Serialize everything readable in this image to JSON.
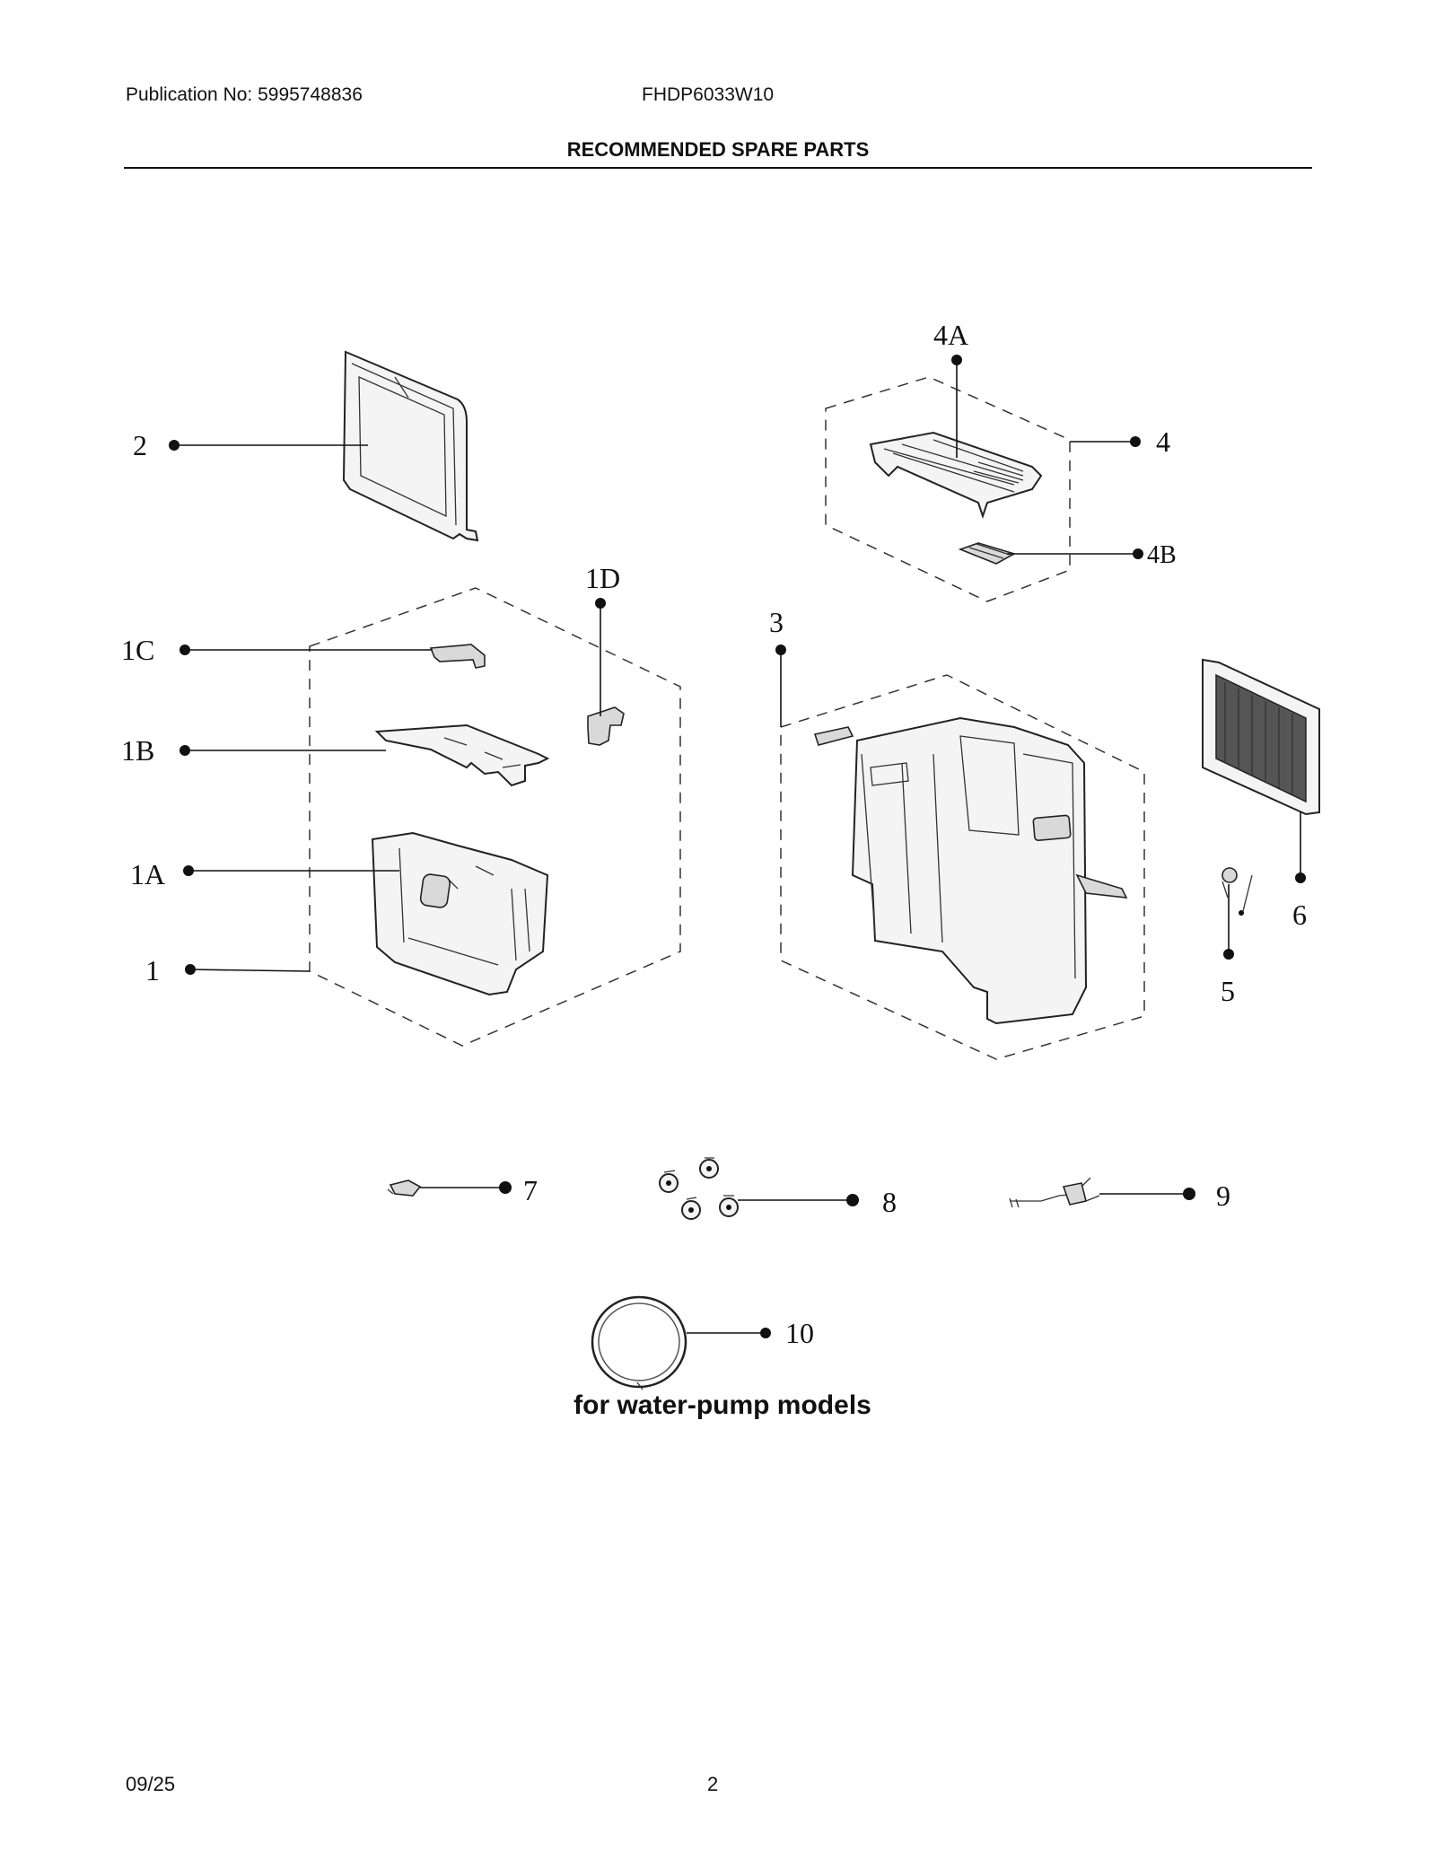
{
  "header": {
    "publication": "Publication No: 5995748836",
    "model": "FHDP6033W10",
    "title": "RECOMMENDED SPARE PARTS"
  },
  "callouts": {
    "p2": "2",
    "p1c": "1C",
    "p1b": "1B",
    "p1a": "1A",
    "p1": "1",
    "p1d": "1D",
    "p3": "3",
    "p4a": "4A",
    "p4": "4",
    "p4b": "4B",
    "p5": "5",
    "p6": "6",
    "p7": "7",
    "p8": "8",
    "p9": "9",
    "p10": "10"
  },
  "note": "for water-pump models",
  "footer": {
    "date": "09/25",
    "page": "2"
  }
}
